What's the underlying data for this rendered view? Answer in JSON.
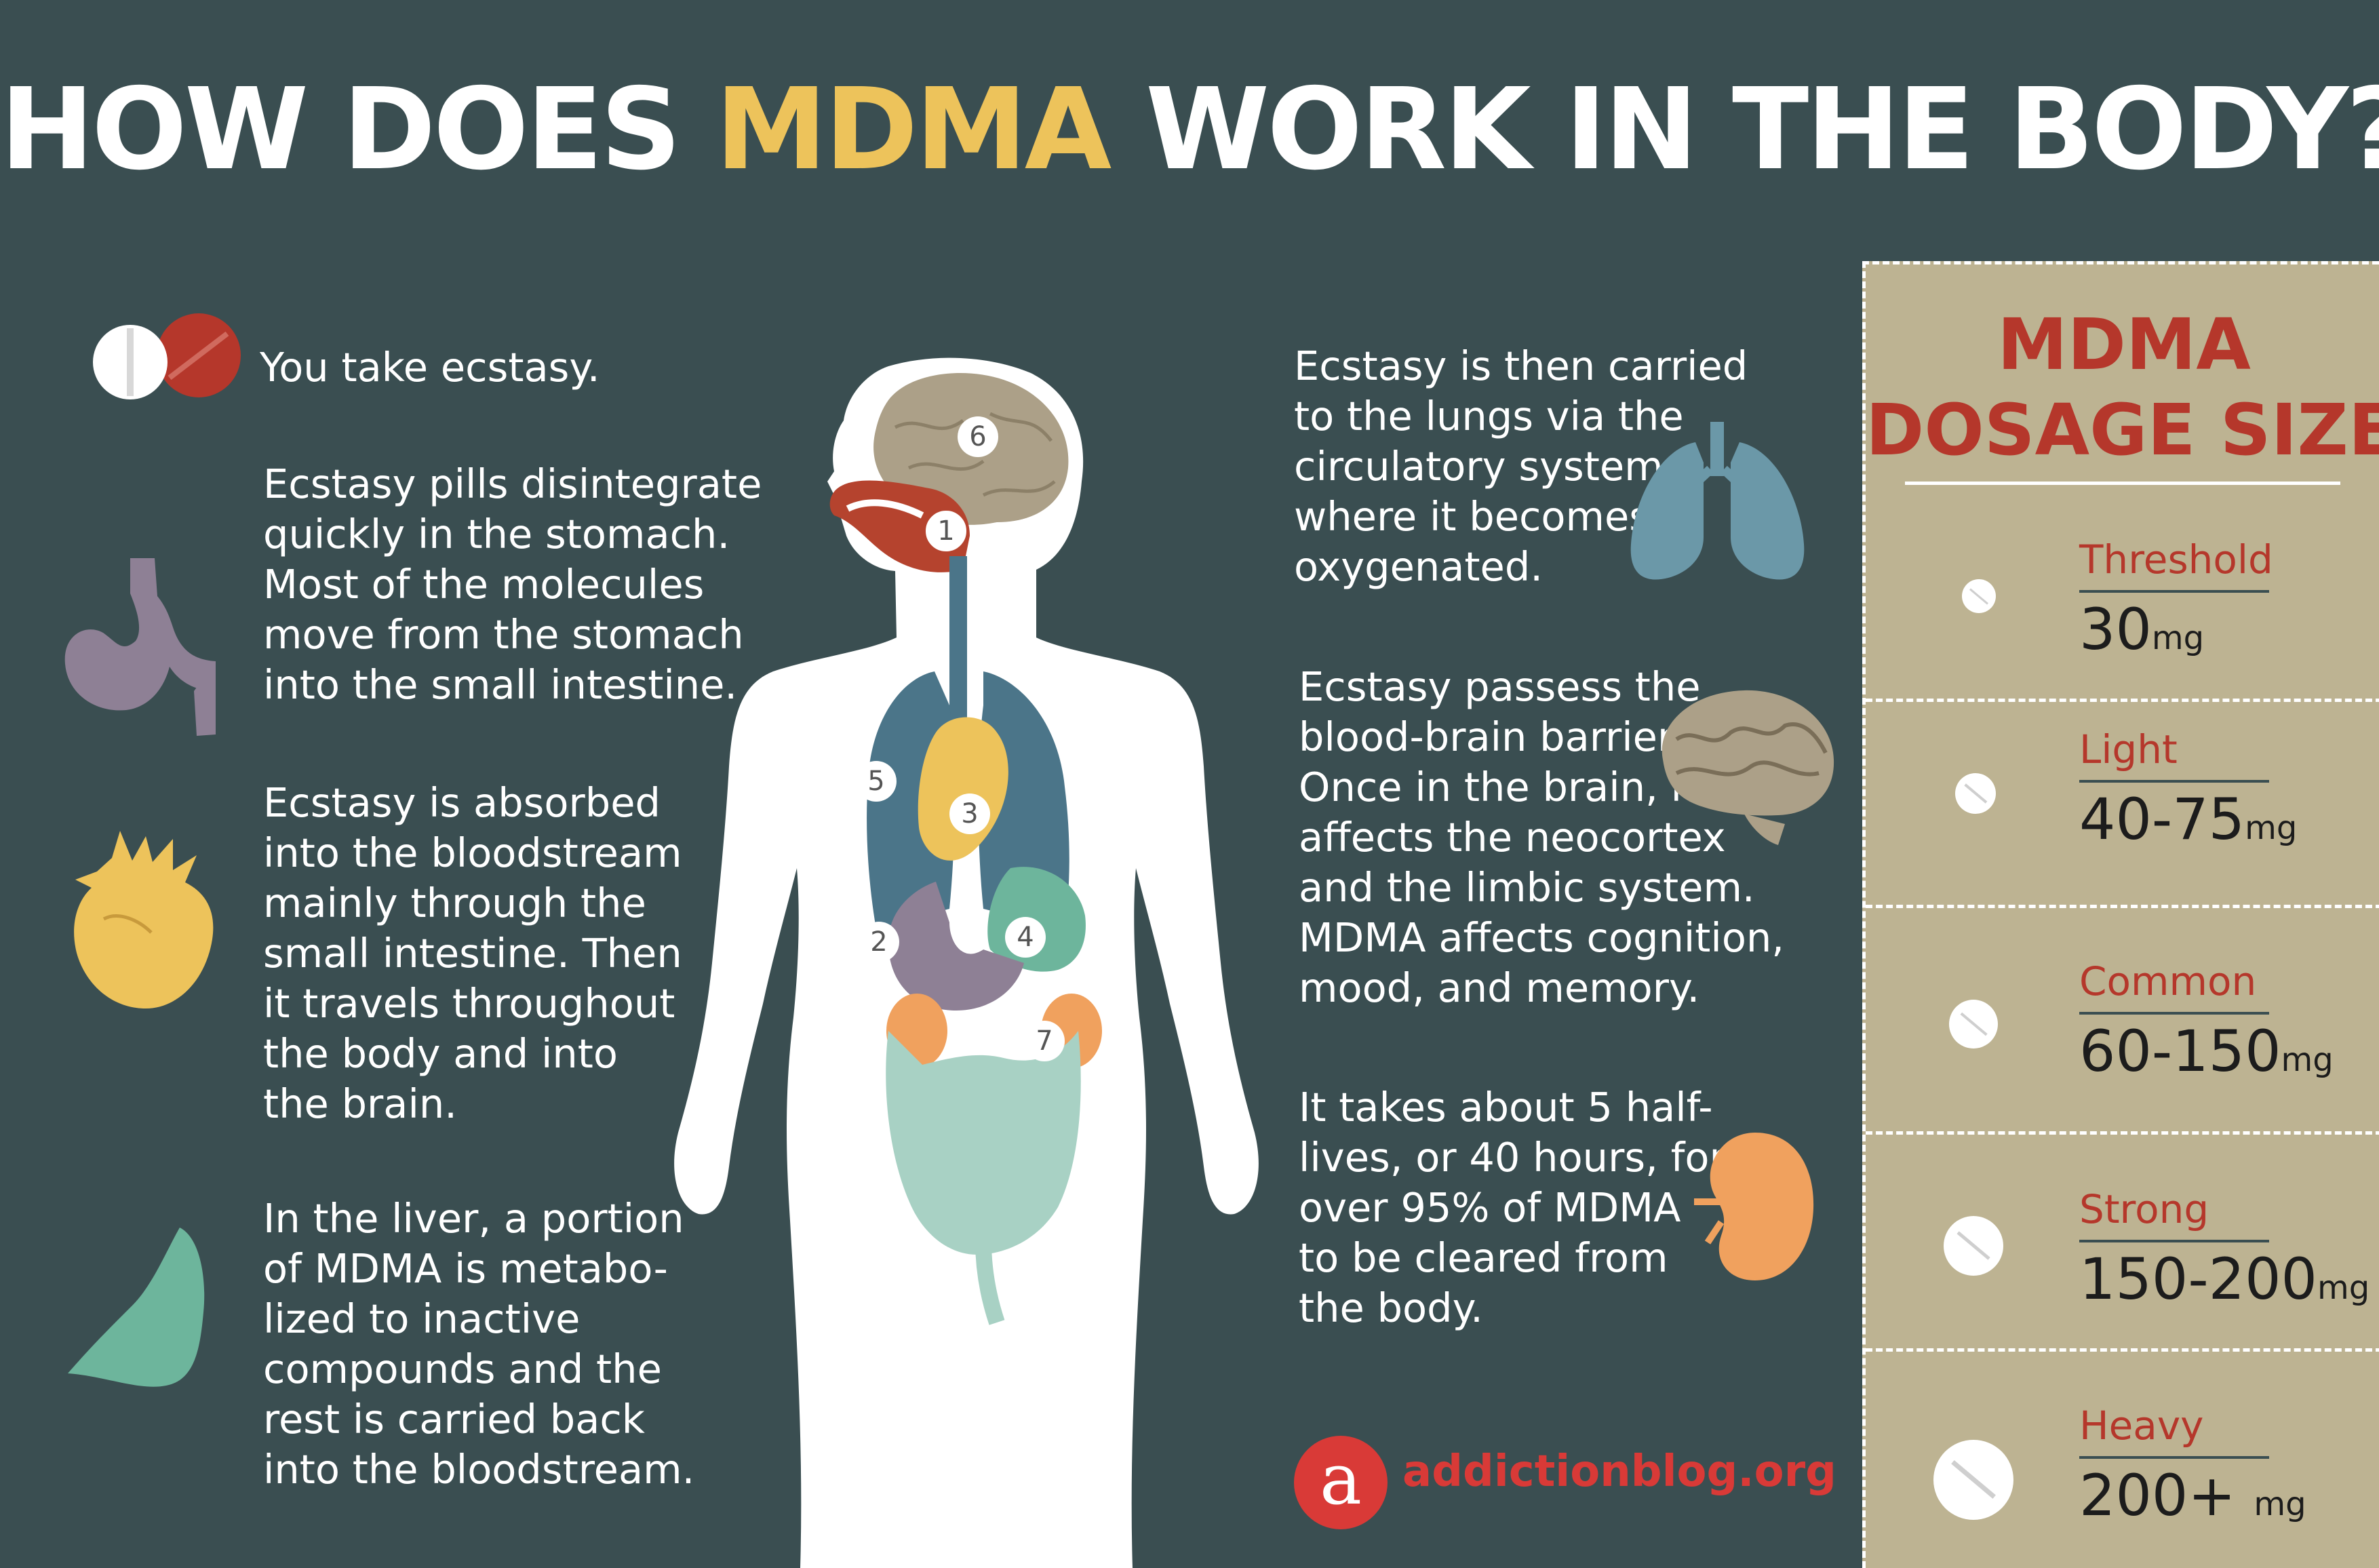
{
  "title": {
    "part1": "HOW DOES",
    "accent": "MDMA",
    "part2": "WORK IN THE BODY?"
  },
  "left_steps": [
    {
      "icon": "pills-icon",
      "lines": [
        "You take ecstasy."
      ]
    },
    {
      "icon": "stomach-icon",
      "lines": [
        "Ecstasy pills disintegrate",
        "quickly in the stomach.",
        "Most of the molecules",
        "move from the stomach",
        "into the small intestine."
      ]
    },
    {
      "icon": "heart-icon",
      "lines": [
        " Ecstasy is absorbed",
        "into the bloodstream",
        "mainly through the",
        "small intestine. Then",
        "it travels throughout",
        "the body and into",
        "the brain."
      ]
    },
    {
      "icon": "liver-icon",
      "lines": [
        "In the liver, a portion",
        "of MDMA is metabo-",
        "lized to inactive",
        "compounds and the",
        "rest is carried back",
        "into the bloodstream."
      ]
    }
  ],
  "right_steps": [
    {
      "icon": "lungs-icon",
      "lines": [
        "Ecstasy is then carried",
        "to the lungs via the",
        "circulatory system,",
        "where it becomes",
        "oxygenated."
      ]
    },
    {
      "icon": "brain-icon",
      "lines": [
        "Ecstasy passess the",
        "blood-brain barrier.",
        "Once in the brain, it",
        "affects the neocortex",
        "and the limbic system.",
        "MDMA affects cognition,",
        "mood, and memory."
      ]
    },
    {
      "icon": "kidney-icon",
      "lines": [
        "It takes about 5 half-",
        "lives, or 40 hours, for",
        "over 95% of MDMA",
        "to be cleared from",
        "the body."
      ]
    }
  ],
  "body_markers": [
    "1",
    "2",
    "3",
    "4",
    "5",
    "6",
    "7"
  ],
  "dosage": {
    "title_lines": [
      "MDMA",
      "DOSAGE SIZES"
    ],
    "levels": [
      {
        "name": "Threshold",
        "amount": "30",
        "unit": "mg"
      },
      {
        "name": "Light",
        "amount": "40-75",
        "unit": "mg"
      },
      {
        "name": "Common",
        "amount": "60-150",
        "unit": "mg"
      },
      {
        "name": "Strong",
        "amount": "150-200",
        "unit": "mg"
      },
      {
        "name": "Heavy",
        "amount": "200+ ",
        "unit": "mg"
      }
    ]
  },
  "brand": {
    "logo_letter": "a",
    "text": "addictionblog.org"
  },
  "colors": {
    "background": "#3a4e51",
    "accent_yellow": "#edc35b",
    "panel": "#bdb392",
    "dosage_red": "#b5372b",
    "brand_red": "#d93a37",
    "stomach": "#8e8095",
    "heart": "#edc35b",
    "liver": "#6db59c",
    "lungs": "#6b98a8",
    "brain": "#aca088",
    "kidney": "#f0a15e",
    "intestine": "#a8d1c4",
    "mouth": "#b5432e",
    "lung_blue": "#4b7589"
  }
}
